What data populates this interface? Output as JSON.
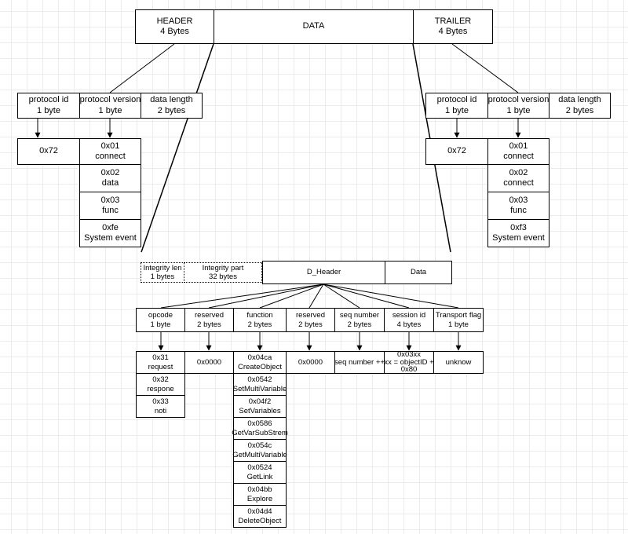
{
  "frame": {
    "header": "HEADER",
    "header_size": "4 Bytes",
    "data": "DATA",
    "trailer": "TRAILER",
    "trailer_size": "4 Bytes"
  },
  "header_fields": [
    {
      "name": "protocol id",
      "size": "1 byte"
    },
    {
      "name": "protocol version",
      "size": "1 byte"
    },
    {
      "name": "data length",
      "size": "2 bytes"
    }
  ],
  "header_protocol_id": "0x72",
  "header_versions": [
    {
      "code": "0x01",
      "label": "connect"
    },
    {
      "code": "0x02",
      "label": "data"
    },
    {
      "code": "0x03",
      "label": "func"
    },
    {
      "code": "0xfe",
      "label": "System event"
    }
  ],
  "trailer_fields": [
    {
      "name": "protocol id",
      "size": "1 byte"
    },
    {
      "name": "protocol version",
      "size": "1 byte"
    },
    {
      "name": "data length",
      "size": "2 bytes"
    }
  ],
  "trailer_protocol_id": "0x72",
  "trailer_versions": [
    {
      "code": "0x01",
      "label": "connect"
    },
    {
      "code": "0x02",
      "label": "connect"
    },
    {
      "code": "0x03",
      "label": "func"
    },
    {
      "code": "0xf3",
      "label": "System event"
    }
  ],
  "data_parts": {
    "integrity_len": {
      "name": "Integrity len",
      "size": "1 bytes"
    },
    "integrity_part": {
      "name": "Integrity part",
      "size": "32 bytes"
    },
    "d_header": "D_Header",
    "data": "Data"
  },
  "d_header_fields": [
    {
      "name": "opcode",
      "size": "1 byte"
    },
    {
      "name": "reserved",
      "size": "2 bytes"
    },
    {
      "name": "function",
      "size": "2 bytes"
    },
    {
      "name": "reserved",
      "size": "2 bytes"
    },
    {
      "name": "seq number",
      "size": "2 bytes"
    },
    {
      "name": "session id",
      "size": "4 bytes"
    },
    {
      "name": "Transport flag",
      "size": "1 byte"
    }
  ],
  "opcodes": [
    {
      "code": "0x31",
      "label": "request"
    },
    {
      "code": "0x32",
      "label": "respone"
    },
    {
      "code": "0x33",
      "label": "noti"
    }
  ],
  "reserved1_value": "0x0000",
  "functions": [
    {
      "code": "0x04ca",
      "label": "CreateObject"
    },
    {
      "code": "0x0542",
      "label": "SetMultiVariable"
    },
    {
      "code": "0x04f2",
      "label": "SetVariables"
    },
    {
      "code": "0x0586",
      "label": "GetVarSubStrem"
    },
    {
      "code": "0x054c",
      "label": "GetMultiVariable"
    },
    {
      "code": "0x0524",
      "label": "GetLink"
    },
    {
      "code": "0x04bb",
      "label": "Explore"
    },
    {
      "code": "0x04d4",
      "label": "DeleteObject"
    }
  ],
  "reserved2_value": "0x0000",
  "seq_value": "seq number ++",
  "session_value": {
    "line1": "0x03xx",
    "line2": "xx = objectID +",
    "line3": "0x80"
  },
  "transport_value": "unknow"
}
